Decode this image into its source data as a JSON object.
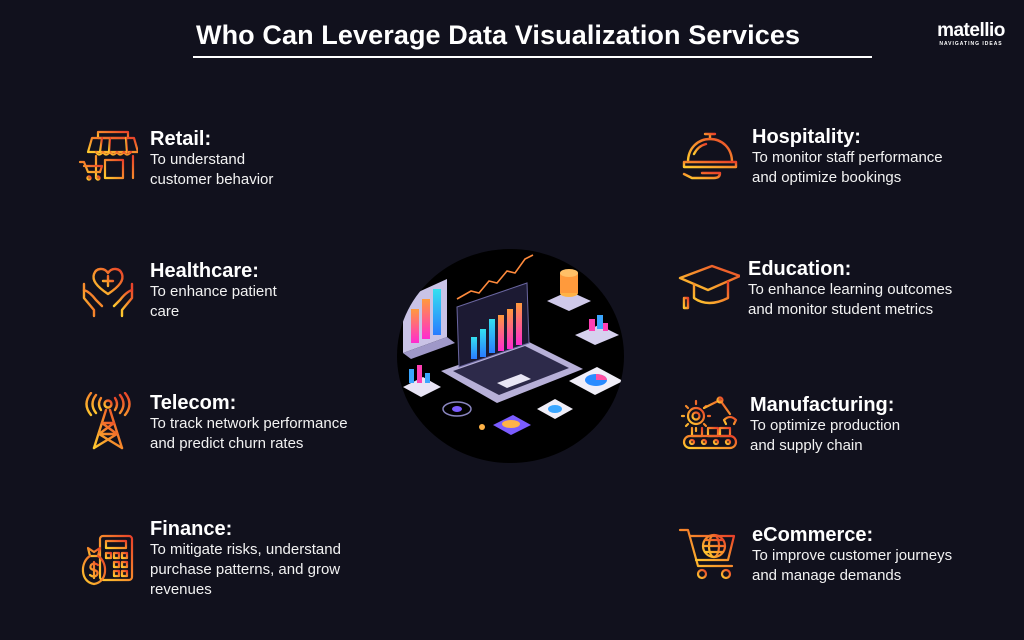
{
  "header": {
    "title": "Who Can Leverage Data Visualization Services",
    "logo": {
      "word": "matellio",
      "tagline": "NAVIGATING IDEAS"
    }
  },
  "colors": {
    "background": "#11111d",
    "icon_gradient_start": "#ffc92e",
    "icon_gradient_end": "#e8402a",
    "text": "#ffffff"
  },
  "left_items": [
    {
      "icon": "storefront-icon",
      "title": "Retail:",
      "description": "To understand\ncustomer behavior"
    },
    {
      "icon": "heart-hands-icon",
      "title": "Healthcare:",
      "description": "To enhance patient\ncare"
    },
    {
      "icon": "radio-tower-icon",
      "title": "Telecom:",
      "description": "To track network performance\nand predict churn rates"
    },
    {
      "icon": "money-calculator-icon",
      "title": "Finance:",
      "description": "To mitigate risks, understand\npurchase patterns, and grow\nrevenues"
    }
  ],
  "right_items": [
    {
      "icon": "cloche-icon",
      "title": "Hospitality:",
      "description": "To monitor staff performance\nand optimize bookings"
    },
    {
      "icon": "graduation-cap-icon",
      "title": "Education:",
      "description": "To enhance learning outcomes\nand monitor student metrics"
    },
    {
      "icon": "robotic-arm-conveyor-icon",
      "title": "Manufacturing:",
      "description": "To optimize production\nand supply chain"
    },
    {
      "icon": "globe-cart-icon",
      "title": "eCommerce:",
      "description": "To improve customer journeys\nand manage demands"
    }
  ],
  "center_illustration": {
    "icon": "laptop-analytics-illustration"
  }
}
